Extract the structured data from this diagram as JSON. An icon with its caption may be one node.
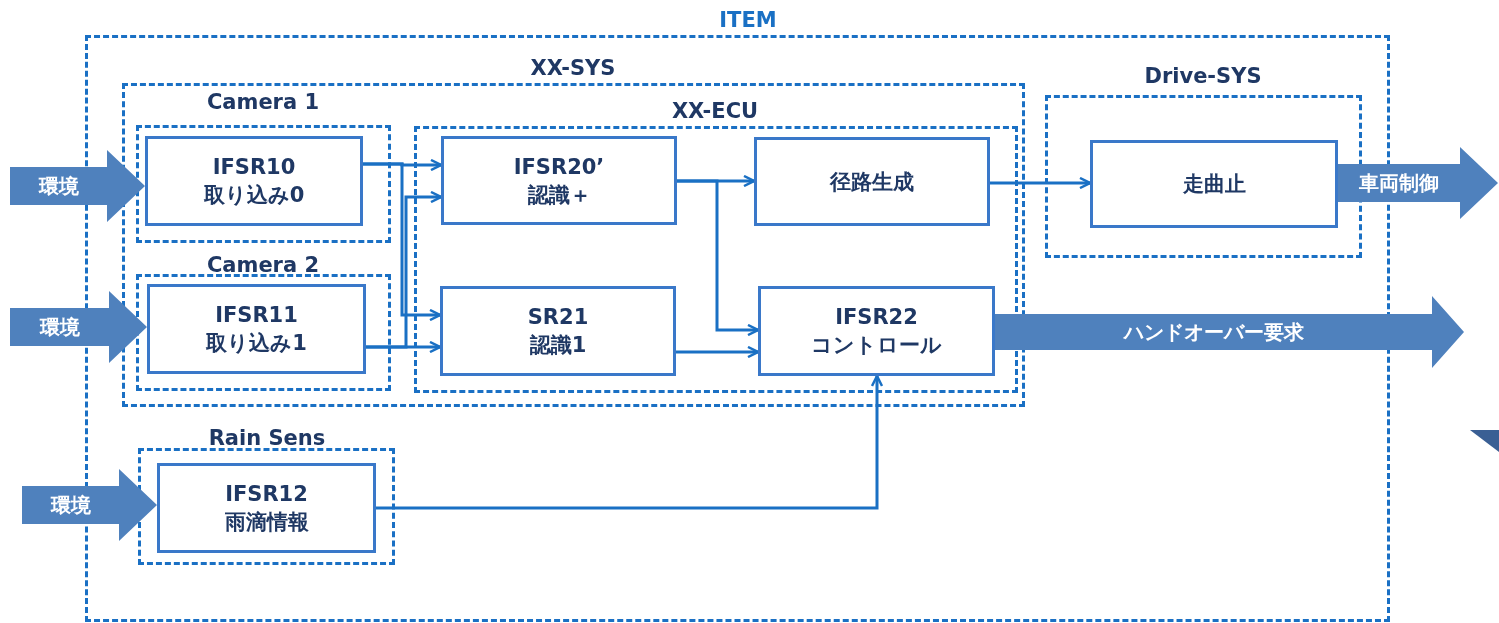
{
  "diagram": {
    "nodes": [
      {
        "text": [
          "ITEM"
        ]
      },
      {
        "text": [
          "XX-SYS"
        ],
        "in": 0
      },
      {
        "text": [
          "Camera 1"
        ],
        "in": 1
      },
      {
        "text": [
          "IFSR10",
          "取り込み0"
        ],
        "in": 2
      },
      {
        "text": [
          "Camera 2"
        ],
        "in": 1
      },
      {
        "text": [
          "IFSR11",
          "取り込み1"
        ],
        "in": 4
      },
      {
        "text": [
          "XX-ECU"
        ],
        "in": 1
      },
      {
        "text": [
          "IFSR20’",
          "認識＋"
        ],
        "in": 6
      },
      {
        "text": [
          "SR21",
          "認識1"
        ],
        "in": 6
      },
      {
        "text": [
          "径路生成"
        ],
        "in": 6
      },
      {
        "text": [
          "IFSR22",
          "コントロール"
        ],
        "in": 6
      },
      {
        "text": [
          "Drive-SYS"
        ],
        "in": 0
      },
      {
        "text": [
          "走曲止"
        ],
        "in": 11
      },
      {
        "text": [
          "Rain Sens"
        ],
        "in": 0
      },
      {
        "text": [
          "IFSR12",
          "雨滴情報"
        ],
        "in": 13
      }
    ],
    "edges": [
      {
        "from": 3,
        "to": 7,
        "arrow": "to"
      },
      {
        "from": 3,
        "to": 8,
        "arrow": "to"
      },
      {
        "from": 5,
        "to": 7,
        "arrow": "to"
      },
      {
        "from": 5,
        "to": 8,
        "arrow": "to"
      },
      {
        "from": 7,
        "to": 9,
        "arrow": "to"
      },
      {
        "from": 7,
        "to": 10,
        "arrow": "to"
      },
      {
        "from": 8,
        "to": 10,
        "arrow": "to"
      },
      {
        "from": 9,
        "to": 12,
        "arrow": "to"
      },
      {
        "from": 14,
        "to": 10,
        "arrow": "to"
      },
      {
        "from": null,
        "to": 3,
        "arrow": "to",
        "label": "環境",
        "style": "thick",
        "color": "#4f81bd"
      },
      {
        "from": null,
        "to": 5,
        "arrow": "to",
        "label": "環境",
        "style": "thick",
        "color": "#4f81bd"
      },
      {
        "from": null,
        "to": 14,
        "arrow": "to",
        "label": "環境",
        "style": "thick",
        "color": "#4f81bd"
      },
      {
        "from": 12,
        "to": null,
        "arrow": "to",
        "label": "車両制御",
        "style": "thick",
        "color": "#4f81bd"
      },
      {
        "from": 10,
        "to": null,
        "arrow": "to",
        "label": "ハンドオーバー要求",
        "style": "thick",
        "color": "#4f81bd"
      }
    ]
  }
}
